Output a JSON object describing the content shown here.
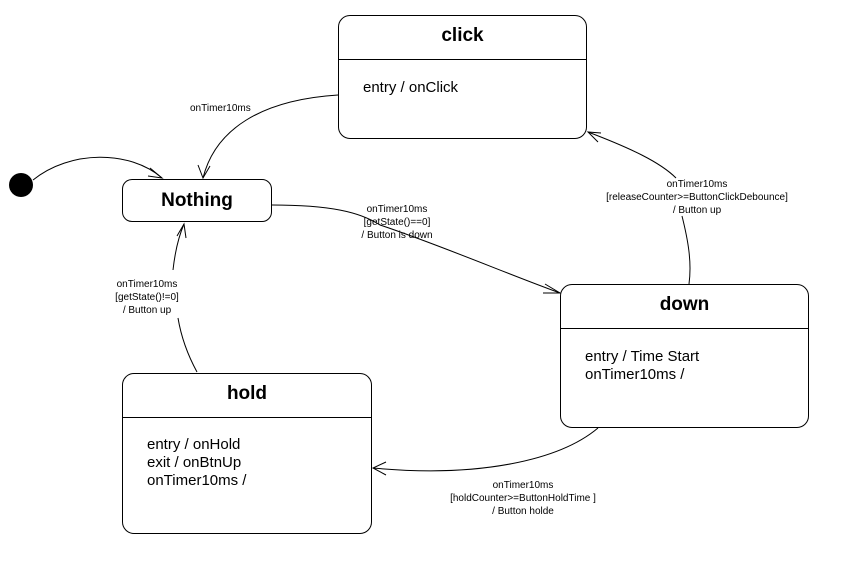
{
  "states": {
    "nothing": {
      "title": "Nothing"
    },
    "click": {
      "title": "click",
      "actions": [
        "entry / onClick"
      ]
    },
    "down": {
      "title": "down",
      "actions": [
        "entry / Time Start",
        "onTimer10ms /"
      ]
    },
    "hold": {
      "title": "hold",
      "actions": [
        "entry / onHold",
        "exit / onBtnUp",
        "onTimer10ms /"
      ]
    }
  },
  "transitions": {
    "click_to_nothing": {
      "lines": [
        "onTimer10ms"
      ]
    },
    "nothing_to_down": {
      "lines": [
        "onTimer10ms",
        "[getState()==0]",
        "/ Button is down"
      ]
    },
    "down_to_click": {
      "lines": [
        "onTimer10ms",
        "[releaseCounter>=ButtonClickDebounce]",
        "/ Button up"
      ]
    },
    "down_to_hold": {
      "lines": [
        "onTimer10ms",
        "[holdCounter>=ButtonHoldTime ]",
        "/ Button holde"
      ]
    },
    "hold_to_nothing": {
      "lines": [
        "onTimer10ms",
        "[getState()!=0]",
        "/ Button up"
      ]
    }
  }
}
